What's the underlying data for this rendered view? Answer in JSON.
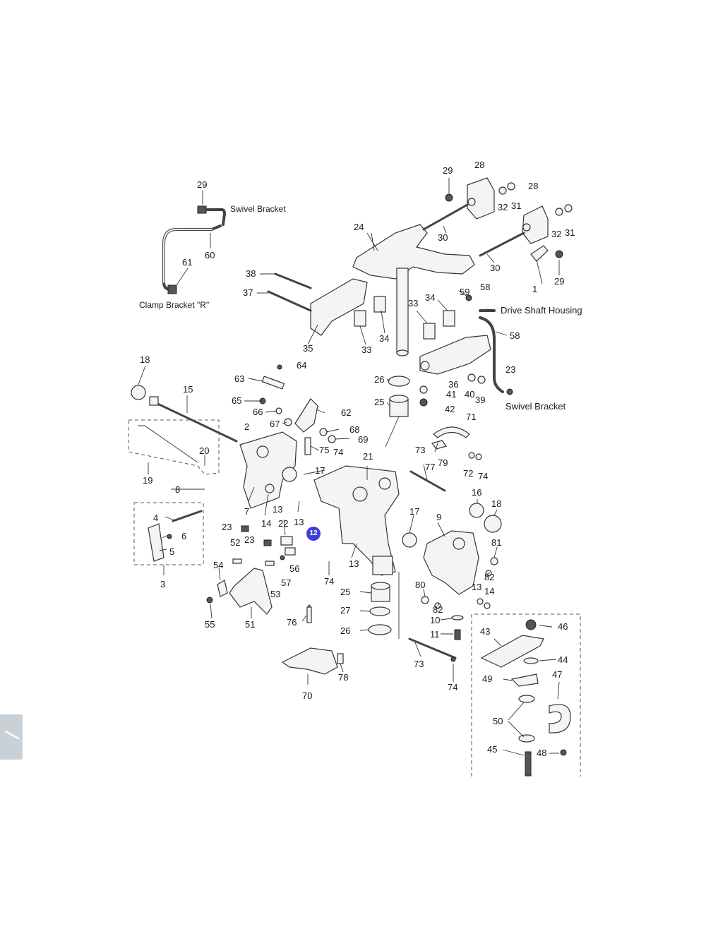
{
  "captions": {
    "swivel_bracket_top": "Swivel Bracket",
    "clamp_bracket_r": "Clamp Bracket \"R\"",
    "drive_shaft_housing": "Drive Shaft Housing",
    "swivel_bracket_right": "Swivel Bracket"
  },
  "callouts": {
    "n1": "1",
    "n2": "2",
    "n3": "3",
    "n4": "4",
    "n5": "5",
    "n6": "6",
    "n7": "7",
    "n8": "8",
    "n9": "9",
    "n10": "10",
    "n11": "11",
    "n12": "12",
    "n13a": "13",
    "n13b": "13",
    "n13c": "13",
    "n13d": "13",
    "n14a": "14",
    "n14b": "14",
    "n15": "15",
    "n16": "16",
    "n17a": "17",
    "n17b": "17",
    "n18a": "18",
    "n18b": "18",
    "n19": "19",
    "n20": "20",
    "n21": "21",
    "n22": "22",
    "n23a": "23",
    "n23b": "23",
    "n23c": "23",
    "n24": "24",
    "n25a": "25",
    "n25b": "25",
    "n26a": "26",
    "n26b": "26",
    "n27": "27",
    "n28a": "28",
    "n28b": "28",
    "n29a": "29",
    "n29b": "29",
    "n29c": "29",
    "n30a": "30",
    "n30b": "30",
    "n31a": "31",
    "n31b": "31",
    "n32a": "32",
    "n32b": "32",
    "n33a": "33",
    "n33b": "33",
    "n34a": "34",
    "n34b": "34",
    "n35": "35",
    "n36": "36",
    "n37": "37",
    "n38": "38",
    "n39": "39",
    "n40": "40",
    "n41": "41",
    "n42": "42",
    "n43": "43",
    "n44": "44",
    "n45": "45",
    "n46": "46",
    "n47": "47",
    "n48": "48",
    "n49": "49",
    "n50": "50",
    "n51": "51",
    "n52": "52",
    "n53": "53",
    "n54": "54",
    "n55": "55",
    "n56": "56",
    "n57": "57",
    "n58a": "58",
    "n58b": "58",
    "n59": "59",
    "n60": "60",
    "n61": "61",
    "n62": "62",
    "n63": "63",
    "n64": "64",
    "n65": "65",
    "n66": "66",
    "n67": "67",
    "n68": "68",
    "n69": "69",
    "n70": "70",
    "n71": "71",
    "n72": "72",
    "n73a": "73",
    "n73b": "73",
    "n74a": "74",
    "n74b": "74",
    "n74c": "74",
    "n74d": "74",
    "n75": "75",
    "n76": "76",
    "n77": "77",
    "n78": "78",
    "n79": "79",
    "n80": "80",
    "n81": "81",
    "n82a": "82",
    "n82b": "82"
  },
  "marker": "12",
  "icons": {
    "side_tab": "expand-arrow-icon"
  }
}
